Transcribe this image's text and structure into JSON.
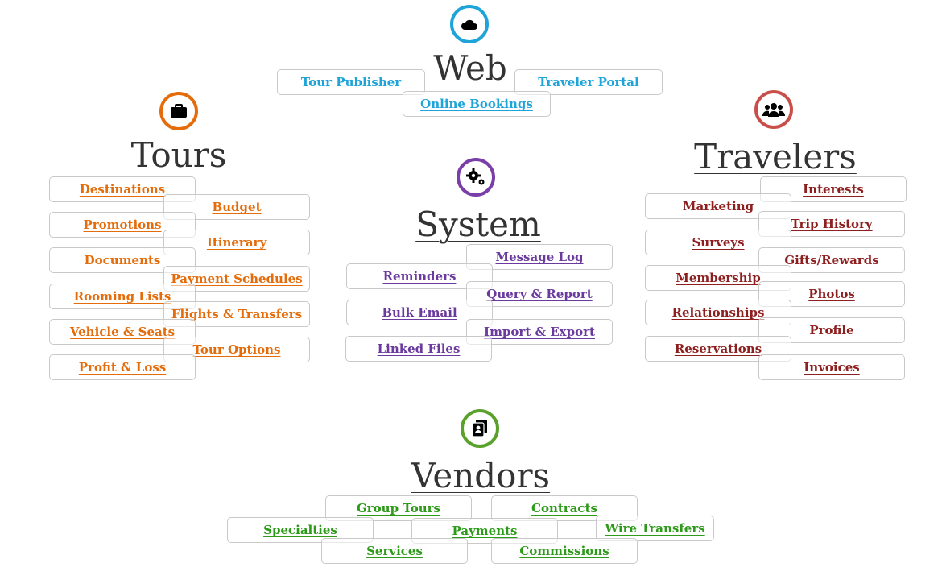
{
  "colors": {
    "web": "#1ea4d9",
    "tours": "#e46c0a",
    "system": "#6a3a9e",
    "travelers": "#8e1f1f",
    "vendors": "#2e9a1a",
    "ring_web": "#1ea4d9",
    "ring_tours": "#e46c0a",
    "ring_system": "#7a3ea8",
    "ring_travelers": "#c9504a",
    "ring_vendors": "#5aa12c"
  },
  "web": {
    "title": "Web",
    "icon": "cloud-icon",
    "links": [
      "Tour Publisher",
      "Traveler Portal",
      "Online Bookings"
    ]
  },
  "tours": {
    "title": "Tours",
    "icon": "briefcase-icon",
    "links": [
      "Destinations",
      "Budget",
      "Promotions",
      "Itinerary",
      "Documents",
      "Payment Schedules",
      "Rooming Lists",
      "Flights & Transfers",
      "Vehicle & Seats",
      "Tour Options",
      "Profit & Loss"
    ]
  },
  "system": {
    "title": "System",
    "icon": "gears-icon",
    "links": [
      "Message Log",
      "Reminders",
      "Query & Report",
      "Bulk Email",
      "Import & Export",
      "Linked Files"
    ]
  },
  "travelers": {
    "title": "Travelers",
    "icon": "group-icon",
    "links": [
      "Interests",
      "Marketing",
      "Trip History",
      "Surveys",
      "Gifts/Rewards",
      "Membership",
      "Photos",
      "Relationships",
      "Profile",
      "Reservations",
      "Invoices"
    ]
  },
  "vendors": {
    "title": "Vendors",
    "icon": "contacts-icon",
    "links": [
      "Group Tours",
      "Contracts",
      "Specialties",
      "Payments",
      "Wire Transfers",
      "Services",
      "Commissions"
    ]
  }
}
